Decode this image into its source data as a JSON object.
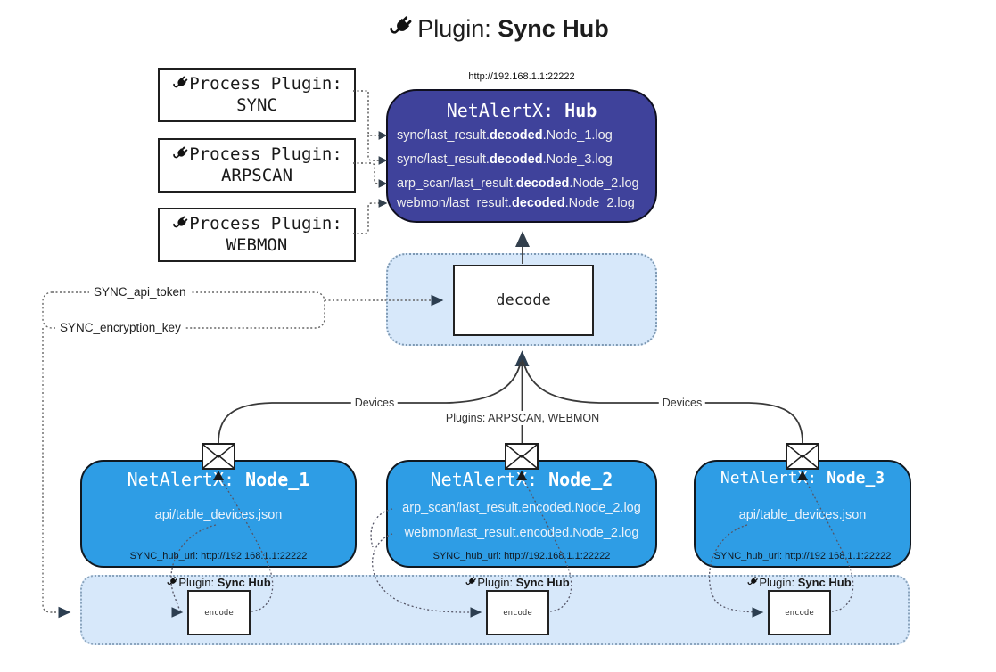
{
  "page_title": {
    "prefix": "Plugin: ",
    "bold": "Sync Hub"
  },
  "process_plugins": [
    {
      "label": "Process Plugin:",
      "name": "SYNC"
    },
    {
      "label": "Process Plugin:",
      "name": "ARPSCAN"
    },
    {
      "label": "Process Plugin:",
      "name": "WEBMON"
    }
  ],
  "hub": {
    "url": "http://192.168.1.1:22222",
    "title_prefix": "NetAlertX: ",
    "title_bold": "Hub",
    "lines": [
      {
        "pre": "sync/last_result.",
        "bold": "decoded",
        "post": ".Node_1.log"
      },
      {
        "pre": "sync/last_result.",
        "bold": "decoded",
        "post": ".Node_3.log"
      },
      {
        "pre": "arp_scan/last_result.",
        "bold": "decoded",
        "post": ".Node_2.log"
      },
      {
        "pre": "webmon/last_result.",
        "bold": "decoded",
        "post": ".Node_2.log"
      }
    ]
  },
  "decode_box": {
    "label": "decode"
  },
  "config": {
    "api_token": "SYNC_api_token",
    "encryption_key": "SYNC_encryption_key"
  },
  "edge_labels": {
    "devices_left": "Devices",
    "devices_right": "Devices",
    "plugins_center": "Plugins: ARPSCAN, WEBMON"
  },
  "nodes": [
    {
      "title_prefix": "NetAlertX: ",
      "title_bold": "Node_1",
      "lines": [
        "api/table_devices.json"
      ],
      "hub_url": "SYNC_hub_url: http://192.168.1.1:22222"
    },
    {
      "title_prefix": "NetAlertX: ",
      "title_bold": "Node_2",
      "lines": [
        "arp_scan/last_result.encoded.Node_2.log",
        "webmon/last_result.encoded.Node_2.log"
      ],
      "hub_url": "SYNC_hub_url: http://192.168.1.1:22222"
    },
    {
      "title_prefix": "NetAlertX: ",
      "title_bold": "Node_3",
      "lines": [
        "api/table_devices.json"
      ],
      "hub_url": "SYNC_hub_url: http://192.168.1.1:22222"
    }
  ],
  "encode_sections": [
    {
      "label_prefix": "Plugin: ",
      "label_bold": "Sync Hub",
      "box_label": "encode"
    },
    {
      "label_prefix": "Plugin: ",
      "label_bold": "Sync Hub",
      "box_label": "encode"
    },
    {
      "label_prefix": "Plugin: ",
      "label_bold": "Sync Hub",
      "box_label": "encode"
    }
  ],
  "colors": {
    "hub_fill": "#3F429B",
    "node_fill": "#2E9DE5",
    "panel_fill": "#D7E8FA",
    "line": "#3A3A3A"
  }
}
